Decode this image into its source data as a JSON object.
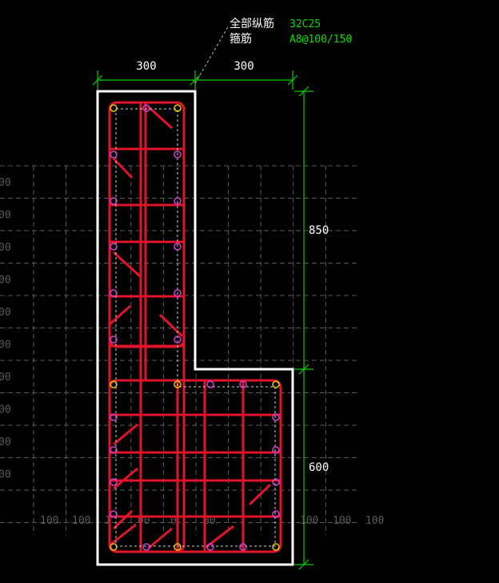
{
  "annotation": {
    "rows": [
      {
        "label": "全部纵筋",
        "value": "32C25"
      },
      {
        "label": "箍筋",
        "value": "A8@100/150"
      }
    ]
  },
  "dimensions": {
    "top_left": "300",
    "top_right": "300",
    "right_upper": "850",
    "right_lower": "600"
  },
  "grid_labels": {
    "left": [
      "00",
      "00",
      "00",
      "00",
      "00",
      "00",
      "00",
      "00",
      "00",
      "00"
    ],
    "bottom": [
      "100",
      "100",
      "1",
      "00",
      "0",
      "00",
      "100",
      "100",
      "100"
    ]
  },
  "colors": {
    "background": "#000000",
    "outline": "#ffffff",
    "dimension": "#00d000",
    "rebar": "#e0142a",
    "grid": "#5a5a5a",
    "bar_yellow": "#e8c800",
    "bar_magenta": "#d040d0",
    "annotation_value": "#00e000"
  }
}
